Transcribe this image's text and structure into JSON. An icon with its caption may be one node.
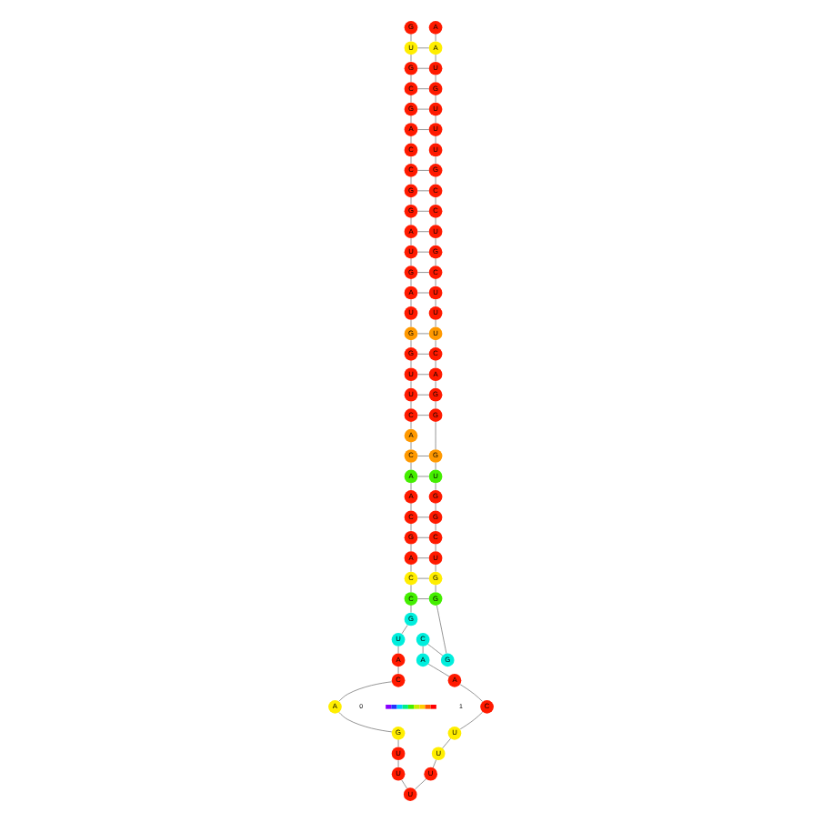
{
  "diagram": {
    "nodes": [
      {
        "text": [
          "G"
        ]
      },
      {
        "text": [
          "U"
        ]
      },
      {
        "text": [
          "G"
        ]
      },
      {
        "text": [
          "C"
        ]
      },
      {
        "text": [
          "G"
        ]
      },
      {
        "text": [
          "A"
        ]
      },
      {
        "text": [
          "C"
        ]
      },
      {
        "text": [
          "C"
        ]
      },
      {
        "text": [
          "G"
        ]
      },
      {
        "text": [
          "G"
        ]
      },
      {
        "text": [
          "A"
        ]
      },
      {
        "text": [
          "U"
        ]
      },
      {
        "text": [
          "G"
        ]
      },
      {
        "text": [
          "A"
        ]
      },
      {
        "text": [
          "U"
        ]
      },
      {
        "text": [
          "G"
        ]
      },
      {
        "text": [
          "G"
        ]
      },
      {
        "text": [
          "U"
        ]
      },
      {
        "text": [
          "U"
        ]
      },
      {
        "text": [
          "C"
        ]
      },
      {
        "text": [
          "A"
        ]
      },
      {
        "text": [
          "C"
        ]
      },
      {
        "text": [
          "A"
        ]
      },
      {
        "text": [
          "A"
        ]
      },
      {
        "text": [
          "C"
        ]
      },
      {
        "text": [
          "G"
        ]
      },
      {
        "text": [
          "A"
        ]
      },
      {
        "text": [
          "C"
        ]
      },
      {
        "text": [
          "C"
        ]
      },
      {
        "text": [
          "G"
        ]
      },
      {
        "text": [
          "U"
        ]
      },
      {
        "text": [
          "A"
        ]
      },
      {
        "text": [
          "C"
        ]
      },
      {
        "text": [
          "A"
        ]
      },
      {
        "text": [
          "G"
        ]
      },
      {
        "text": [
          "U"
        ]
      },
      {
        "text": [
          "U"
        ]
      },
      {
        "text": [
          "U"
        ]
      },
      {
        "text": [
          "U"
        ]
      },
      {
        "text": [
          "U"
        ]
      },
      {
        "text": [
          "U"
        ]
      },
      {
        "text": [
          "C"
        ]
      },
      {
        "text": [
          "A"
        ]
      },
      {
        "text": [
          "A"
        ]
      },
      {
        "text": [
          "C"
        ]
      },
      {
        "text": [
          "G"
        ]
      },
      {
        "text": [
          "G"
        ]
      },
      {
        "text": [
          "G"
        ]
      },
      {
        "text": [
          "U"
        ]
      },
      {
        "text": [
          "C"
        ]
      },
      {
        "text": [
          "G"
        ]
      },
      {
        "text": [
          "G"
        ]
      },
      {
        "text": [
          "U"
        ]
      },
      {
        "text": [
          "G"
        ]
      },
      {
        "text": [
          "G"
        ]
      },
      {
        "text": [
          "G"
        ]
      },
      {
        "text": [
          "A"
        ]
      },
      {
        "text": [
          "C"
        ]
      },
      {
        "text": [
          "U"
        ]
      },
      {
        "text": [
          "U"
        ]
      },
      {
        "text": [
          "U"
        ]
      },
      {
        "text": [
          "C"
        ]
      },
      {
        "text": [
          "G"
        ]
      },
      {
        "text": [
          "U"
        ]
      },
      {
        "text": [
          "C"
        ]
      },
      {
        "text": [
          "C"
        ]
      },
      {
        "text": [
          "G"
        ]
      },
      {
        "text": [
          "U"
        ]
      },
      {
        "text": [
          "U"
        ]
      },
      {
        "text": [
          "U"
        ]
      },
      {
        "text": [
          "G"
        ]
      },
      {
        "text": [
          "U"
        ]
      },
      {
        "text": [
          "A"
        ]
      },
      {
        "text": [
          "A"
        ]
      }
    ],
    "edges": [
      {
        "from": 0,
        "to": 1,
        "arrow": "none"
      },
      {
        "from": 1,
        "to": 2,
        "arrow": "none"
      },
      {
        "from": 2,
        "to": 3,
        "arrow": "none"
      },
      {
        "from": 3,
        "to": 4,
        "arrow": "none"
      },
      {
        "from": 4,
        "to": 5,
        "arrow": "none"
      },
      {
        "from": 5,
        "to": 6,
        "arrow": "none"
      },
      {
        "from": 6,
        "to": 7,
        "arrow": "none"
      },
      {
        "from": 7,
        "to": 8,
        "arrow": "none"
      },
      {
        "from": 8,
        "to": 9,
        "arrow": "none"
      },
      {
        "from": 9,
        "to": 10,
        "arrow": "none"
      },
      {
        "from": 10,
        "to": 11,
        "arrow": "none"
      },
      {
        "from": 11,
        "to": 12,
        "arrow": "none"
      },
      {
        "from": 12,
        "to": 13,
        "arrow": "none"
      },
      {
        "from": 13,
        "to": 14,
        "arrow": "none"
      },
      {
        "from": 14,
        "to": 15,
        "arrow": "none"
      },
      {
        "from": 15,
        "to": 16,
        "arrow": "none"
      },
      {
        "from": 16,
        "to": 17,
        "arrow": "none"
      },
      {
        "from": 17,
        "to": 18,
        "arrow": "none"
      },
      {
        "from": 18,
        "to": 19,
        "arrow": "none"
      },
      {
        "from": 19,
        "to": 20,
        "arrow": "none"
      },
      {
        "from": 20,
        "to": 21,
        "arrow": "none"
      },
      {
        "from": 21,
        "to": 22,
        "arrow": "none"
      },
      {
        "from": 22,
        "to": 23,
        "arrow": "none"
      },
      {
        "from": 23,
        "to": 24,
        "arrow": "none"
      },
      {
        "from": 24,
        "to": 25,
        "arrow": "none"
      },
      {
        "from": 25,
        "to": 26,
        "arrow": "none"
      },
      {
        "from": 26,
        "to": 27,
        "arrow": "none"
      },
      {
        "from": 27,
        "to": 28,
        "arrow": "none"
      },
      {
        "from": 28,
        "to": 29,
        "arrow": "none"
      },
      {
        "from": 29,
        "to": 30,
        "arrow": "none"
      },
      {
        "from": 30,
        "to": 31,
        "arrow": "none"
      },
      {
        "from": 31,
        "to": 32,
        "arrow": "none"
      },
      {
        "from": 32,
        "to": 33,
        "arrow": "none"
      },
      {
        "from": 33,
        "to": 34,
        "arrow": "none"
      },
      {
        "from": 34,
        "to": 35,
        "arrow": "none"
      },
      {
        "from": 35,
        "to": 36,
        "arrow": "none"
      },
      {
        "from": 36,
        "to": 37,
        "arrow": "none"
      },
      {
        "from": 37,
        "to": 38,
        "arrow": "none"
      },
      {
        "from": 38,
        "to": 39,
        "arrow": "none"
      },
      {
        "from": 39,
        "to": 40,
        "arrow": "none"
      },
      {
        "from": 40,
        "to": 41,
        "arrow": "none"
      },
      {
        "from": 41,
        "to": 42,
        "arrow": "none"
      },
      {
        "from": 42,
        "to": 43,
        "arrow": "none"
      },
      {
        "from": 43,
        "to": 44,
        "arrow": "none"
      },
      {
        "from": 44,
        "to": 45,
        "arrow": "none"
      },
      {
        "from": 45,
        "to": 46,
        "arrow": "none"
      },
      {
        "from": 46,
        "to": 47,
        "arrow": "none"
      },
      {
        "from": 47,
        "to": 48,
        "arrow": "none"
      },
      {
        "from": 48,
        "to": 49,
        "arrow": "none"
      },
      {
        "from": 49,
        "to": 50,
        "arrow": "none"
      },
      {
        "from": 50,
        "to": 51,
        "arrow": "none"
      },
      {
        "from": 51,
        "to": 52,
        "arrow": "none"
      },
      {
        "from": 52,
        "to": 53,
        "arrow": "none"
      },
      {
        "from": 53,
        "to": 54,
        "arrow": "none"
      },
      {
        "from": 54,
        "to": 55,
        "arrow": "none"
      },
      {
        "from": 55,
        "to": 56,
        "arrow": "none"
      },
      {
        "from": 56,
        "to": 57,
        "arrow": "none"
      },
      {
        "from": 57,
        "to": 58,
        "arrow": "none"
      },
      {
        "from": 58,
        "to": 59,
        "arrow": "none"
      },
      {
        "from": 59,
        "to": 60,
        "arrow": "none"
      },
      {
        "from": 60,
        "to": 61,
        "arrow": "none"
      },
      {
        "from": 61,
        "to": 62,
        "arrow": "none"
      },
      {
        "from": 62,
        "to": 63,
        "arrow": "none"
      },
      {
        "from": 63,
        "to": 64,
        "arrow": "none"
      },
      {
        "from": 64,
        "to": 65,
        "arrow": "none"
      },
      {
        "from": 65,
        "to": 66,
        "arrow": "none"
      },
      {
        "from": 66,
        "to": 67,
        "arrow": "none"
      },
      {
        "from": 67,
        "to": 68,
        "arrow": "none"
      },
      {
        "from": 68,
        "to": 69,
        "arrow": "none"
      },
      {
        "from": 69,
        "to": 70,
        "arrow": "none"
      },
      {
        "from": 70,
        "to": 71,
        "arrow": "none"
      },
      {
        "from": 71,
        "to": 72,
        "arrow": "none"
      },
      {
        "from": 72,
        "to": 73,
        "arrow": "none"
      },
      {
        "from": 1,
        "to": 72,
        "arrow": "none"
      },
      {
        "from": 2,
        "to": 71,
        "arrow": "none"
      },
      {
        "from": 3,
        "to": 70,
        "arrow": "none"
      },
      {
        "from": 4,
        "to": 69,
        "arrow": "none"
      },
      {
        "from": 5,
        "to": 68,
        "arrow": "none"
      },
      {
        "from": 7,
        "to": 66,
        "arrow": "none"
      },
      {
        "from": 8,
        "to": 65,
        "arrow": "none"
      },
      {
        "from": 9,
        "to": 64,
        "arrow": "none"
      },
      {
        "from": 10,
        "to": 63,
        "arrow": "none"
      },
      {
        "from": 11,
        "to": 62,
        "arrow": "none"
      },
      {
        "from": 12,
        "to": 61,
        "arrow": "none"
      },
      {
        "from": 13,
        "to": 60,
        "arrow": "none"
      },
      {
        "from": 15,
        "to": 58,
        "arrow": "none"
      },
      {
        "from": 16,
        "to": 57,
        "arrow": "none"
      },
      {
        "from": 17,
        "to": 56,
        "arrow": "none"
      },
      {
        "from": 18,
        "to": 55,
        "arrow": "none"
      },
      {
        "from": 19,
        "to": 54,
        "arrow": "none"
      },
      {
        "from": 21,
        "to": 53,
        "arrow": "none"
      },
      {
        "from": 22,
        "to": 52,
        "arrow": "none"
      },
      {
        "from": 24,
        "to": 50,
        "arrow": "none"
      },
      {
        "from": 25,
        "to": 49,
        "arrow": "none"
      },
      {
        "from": 26,
        "to": 48,
        "arrow": "none"
      },
      {
        "from": 27,
        "to": 47,
        "arrow": "none"
      },
      {
        "from": 28,
        "to": 46,
        "arrow": "none"
      }
    ],
    "labels": [
      "0",
      "1"
    ]
  }
}
